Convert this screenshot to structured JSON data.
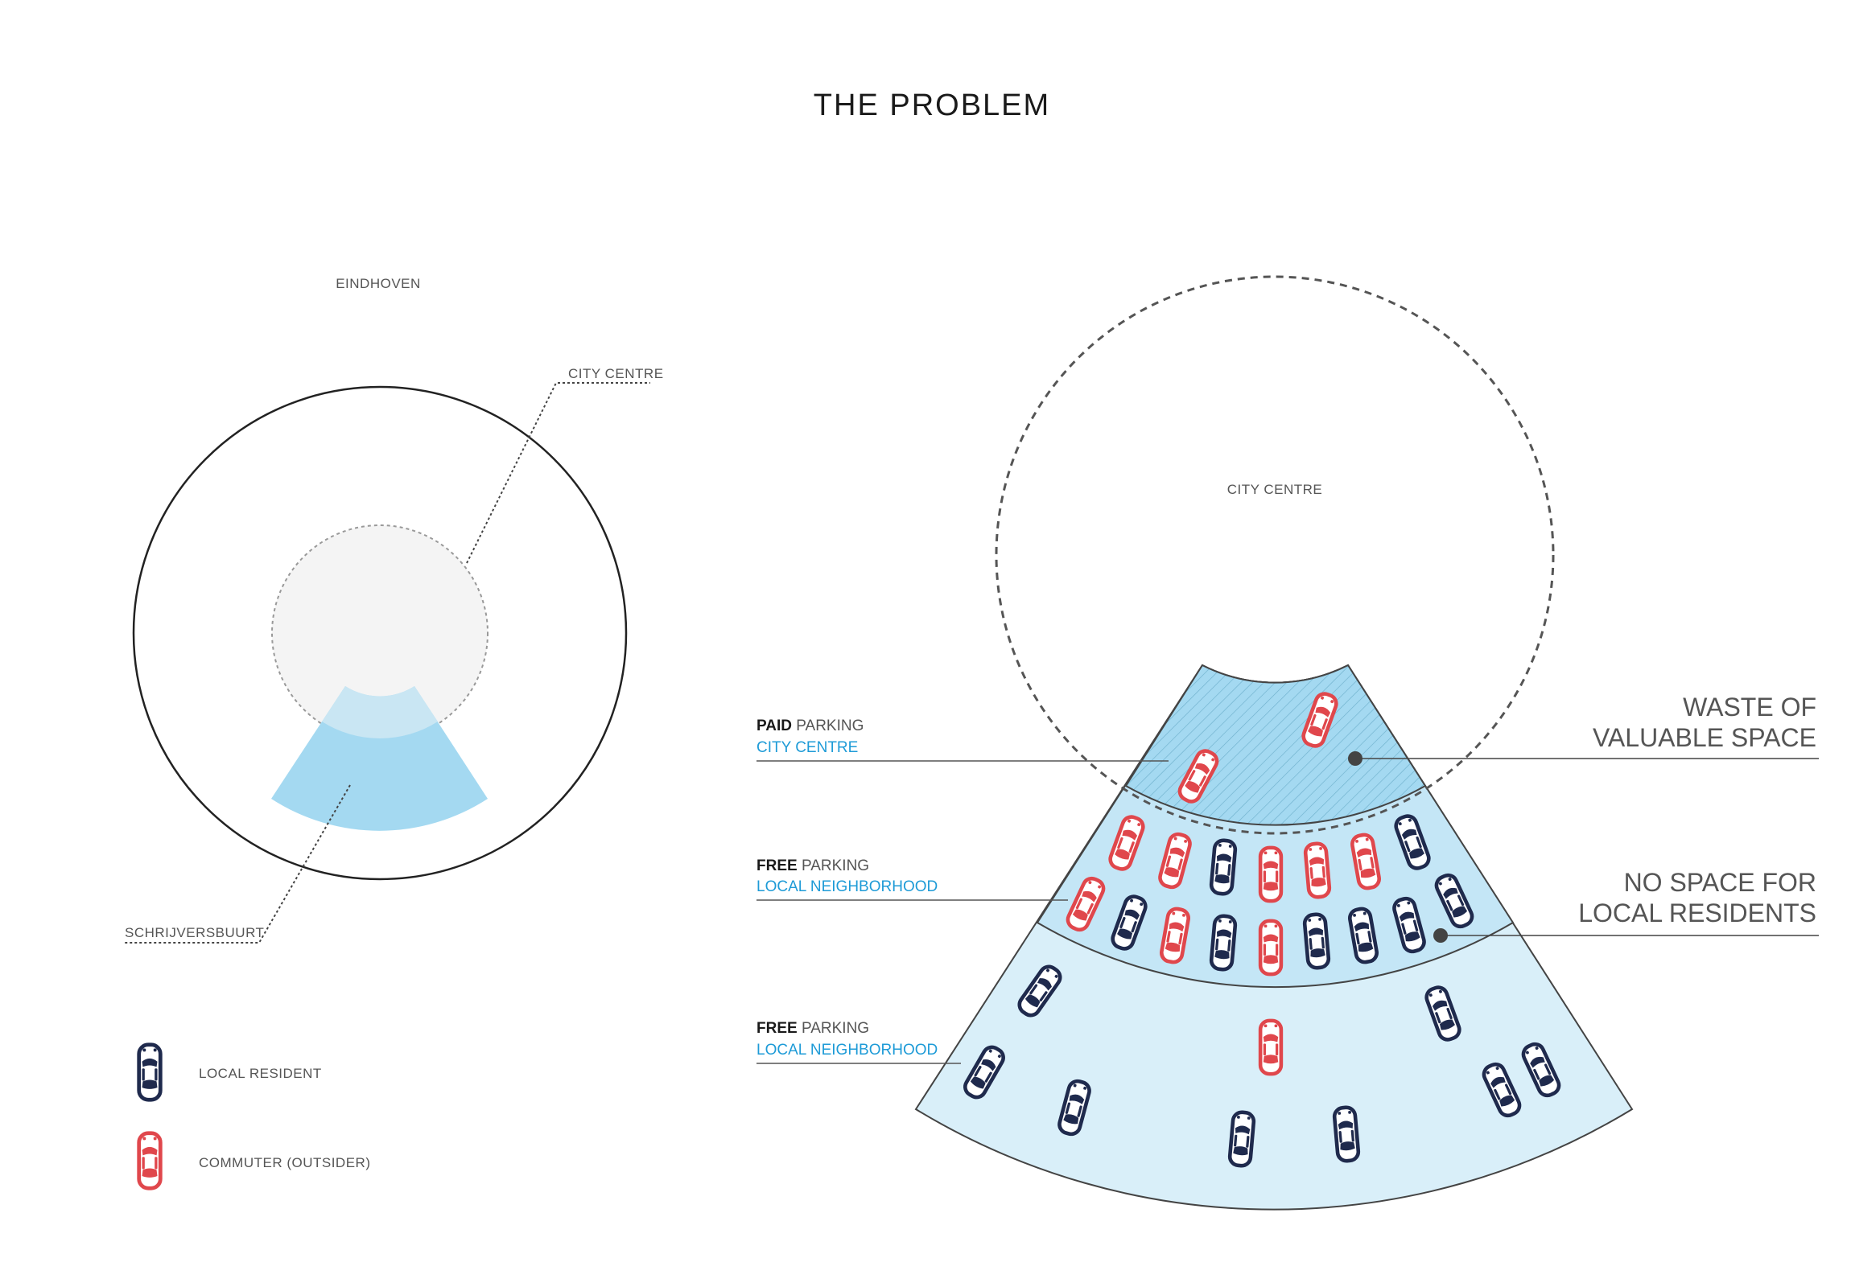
{
  "title": "THE PROBLEM",
  "overview": {
    "city_label": "EINDHOVEN",
    "centre_label": "CITY CENTRE",
    "district_label": "SCHRIJVERSBUURT"
  },
  "detail": {
    "centre_label": "CITY CENTRE",
    "zones": [
      {
        "bold": "PAID",
        "rest": " PARKING",
        "sub": "CITY CENTRE"
      },
      {
        "bold": "FREE",
        "rest": " PARKING",
        "sub": "LOCAL NEIGHBORHOOD"
      },
      {
        "bold": "FREE",
        "rest": " PARKING",
        "sub": "LOCAL NEIGHBORHOOD"
      }
    ],
    "callouts": [
      {
        "line1": "WASTE OF",
        "line2": "VALUABLE SPACE"
      },
      {
        "line1": "NO SPACE FOR",
        "line2": "LOCAL RESIDENTS"
      }
    ]
  },
  "legend": {
    "items": [
      {
        "label": "LOCAL RESIDENT",
        "color": "#1f2a4d"
      },
      {
        "label": "COMMUTER  (OUTSIDER)",
        "color": "#e0474c"
      }
    ]
  },
  "colors": {
    "resident": "#1f2a4d",
    "commuter": "#e0474c",
    "zone_light": "#d9eff9",
    "zone_mid": "#c4e6f6",
    "zone_dark": "#a4d9f1",
    "accent_text": "#1e9bd7"
  }
}
